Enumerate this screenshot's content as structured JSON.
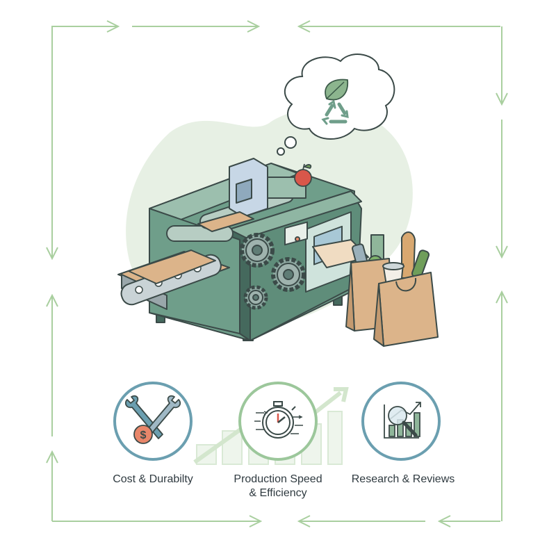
{
  "factors": [
    {
      "id": "cost",
      "lines": [
        "Cost & Durabilty"
      ],
      "icon": "wrench-dollar-icon"
    },
    {
      "id": "speed",
      "lines": [
        "Production Speed",
        "& Efficiency"
      ],
      "icon": "stopwatch-icon"
    },
    {
      "id": "research",
      "lines": [
        "Research & Reviews"
      ],
      "icon": "magnifier-chart-icon"
    }
  ],
  "thought_bubble": {
    "icons": [
      "leaf-icon",
      "recycle-icon"
    ]
  },
  "colors": {
    "frame_arrow": "#a9cf9f",
    "machine_green": "#6f9e8a",
    "machine_dark": "#45695d",
    "blob": "#e7f0e4",
    "circle_cost": "#6b9fb0",
    "circle_speed": "#9cc79b",
    "circle_research": "#6b9fb0",
    "bag": "#dcb48a"
  }
}
